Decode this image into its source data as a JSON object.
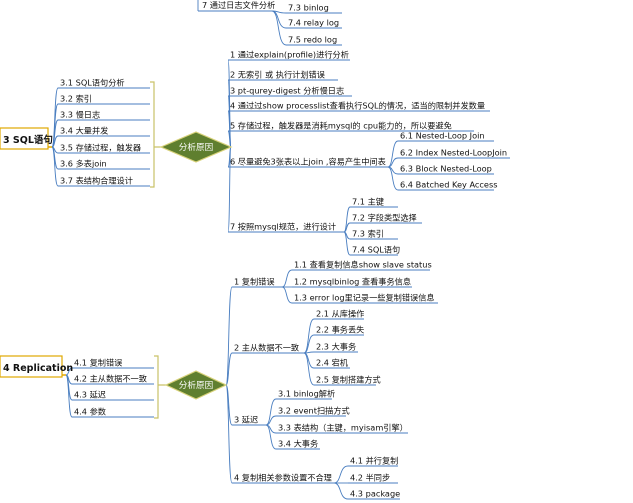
{
  "colors": {
    "accent_line": "#4a7ec0",
    "hub_fill": "#5f7f2f",
    "root_underline": "#e0a800",
    "root_border": "#e0a800",
    "bracket": "#c9c267"
  },
  "top_fragment": {
    "label": "7 通过日志文件分析",
    "children": [
      "7.3 binlog",
      "7.4 relay log",
      "7.5 redo log"
    ]
  },
  "sql": {
    "root": "3 SQL语句",
    "children": [
      "3.1 SQL语句分析",
      "3.2 索引",
      "3.3 慢日志",
      "3.4 大量并发",
      "3.5 存储过程，触发器",
      "3.6 多表join",
      "3.7 表结构合理设计"
    ],
    "hub": "分析原因",
    "branches": [
      {
        "label": "1 通过explain(profile)进行分析"
      },
      {
        "label": "2 无索引 或 执行计划错误"
      },
      {
        "label": "3 pt-qurey-digest 分析慢日志"
      },
      {
        "label": "4 通过过show processlist查看执行SQL的情况，适当的限制并发数量"
      },
      {
        "label": "5 存储过程，触发器是消耗mysql的 cpu能力的，所以要避免"
      },
      {
        "label": "6 尽量避免3张表以上join ,容易产生中间表",
        "children": [
          "6.1 Nested-Loop Join",
          "6.2 Index Nested-LoopJoin",
          "6.3 Block Nested-Loop",
          "6.4 Batched Key Access"
        ]
      },
      {
        "label": "7 按照mysql规范，进行设计",
        "children": [
          "7.1 主键",
          "7.2 字段类型选择",
          "7.3 索引",
          "7.4 SQL语句"
        ]
      }
    ]
  },
  "replication": {
    "root": "4 Replication",
    "children": [
      "4.1 复制错误",
      "4.2 主从数据不一致",
      "4.3 延迟",
      "4.4 参数"
    ],
    "hub": "分析原因",
    "branches": [
      {
        "label": "1 复制错误",
        "children": [
          "1.1 查看复制信息show slave status",
          "1.2 mysqlbinlog 查看事务信息",
          "1.3 error log里记录一些复制错误信息"
        ]
      },
      {
        "label": "2 主从数据不一致",
        "children": [
          "2.1 从库操作",
          "2.2 事务丢失",
          "2.3 大事务",
          "2.4 宕机",
          "2.5 复制搭建方式"
        ]
      },
      {
        "label": "3 延迟",
        "children": [
          "3.1 binlog解析",
          "3.2 event扫描方式",
          "3.3 表结构（主键，myisam引擎）",
          "3.4 大事务"
        ]
      },
      {
        "label": "4 复制相关参数设置不合理",
        "children": [
          "4.1 并行复制",
          "4.2 半同步",
          "4.3 package"
        ]
      }
    ]
  }
}
